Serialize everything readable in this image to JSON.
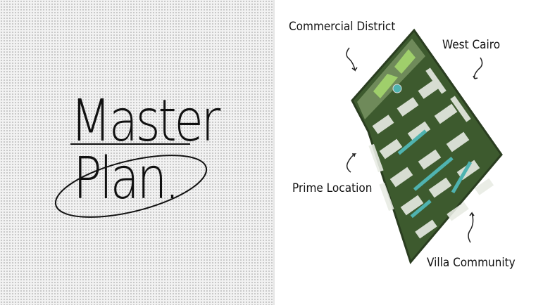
{
  "logo": {
    "line1": "Master",
    "line2": "Plan."
  },
  "map": {
    "labels": {
      "commercial": "Commercial District",
      "west_cairo": "West Cairo",
      "prime_location": "Prime Location",
      "villa_community": "Villa Community"
    }
  },
  "colors": {
    "green_dark": "#3d5a2e",
    "green_light": "#6f9a4f",
    "water": "#4fb3b0"
  }
}
